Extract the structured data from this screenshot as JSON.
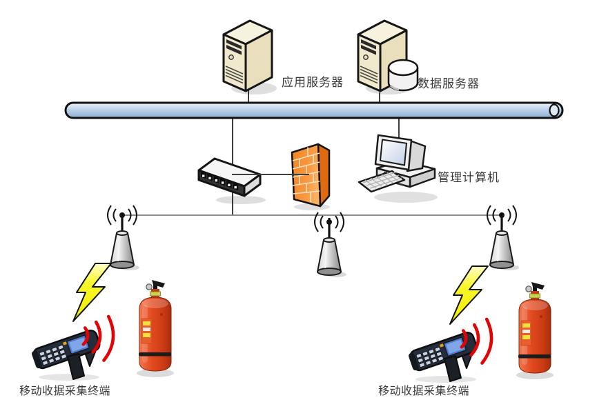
{
  "diagram": {
    "type": "network-topology",
    "labels": {
      "app_server": "应用服务器",
      "data_server": "数据服务器",
      "management_computer": "管理计算机",
      "mobile_terminal_left": "移动收据采集终端",
      "mobile_terminal_right": "移动收据采集终端"
    },
    "nodes": [
      {
        "id": "app-server",
        "icon": "server-tower-icon",
        "label": "应用服务器"
      },
      {
        "id": "data-server",
        "icon": "server-tower-icon + database-cylinder-icon",
        "label": "数据服务器"
      },
      {
        "id": "network-bus",
        "icon": "bus-pipe-icon"
      },
      {
        "id": "switch",
        "icon": "network-switch-icon"
      },
      {
        "id": "firewall",
        "icon": "firewall-brick-icon"
      },
      {
        "id": "management-computer",
        "icon": "desktop-computer-icon",
        "label": "管理计算机"
      },
      {
        "id": "antenna-left",
        "icon": "wireless-antenna-icon"
      },
      {
        "id": "antenna-middle",
        "icon": "wireless-antenna-icon"
      },
      {
        "id": "antenna-right",
        "icon": "wireless-antenna-icon"
      },
      {
        "id": "mobile-terminal-left",
        "icon": "handheld-reader-icon",
        "label": "移动收据采集终端"
      },
      {
        "id": "mobile-terminal-right",
        "icon": "handheld-reader-icon",
        "label": "移动收据采集终端"
      },
      {
        "id": "extinguisher-left",
        "icon": "fire-extinguisher-icon"
      },
      {
        "id": "extinguisher-right",
        "icon": "fire-extinguisher-icon"
      }
    ],
    "connections": [
      "app-server — network-bus",
      "data-server — network-bus",
      "network-bus — switch",
      "network-bus — management-computer",
      "switch — firewall",
      "switch — antenna-line (antenna-left, antenna-middle, antenna-right)",
      "antenna-left ~ lightning ~ mobile-terminal-left",
      "antenna-right ~ lightning ~ mobile-terminal-right",
      "mobile-terminal-left ~ rf-signal ~ extinguisher-left",
      "mobile-terminal-right ~ rf-signal ~ extinguisher-right"
    ],
    "colors": {
      "bus_blue": "#b7cfe8",
      "server_beige": "#f1e9cd",
      "firewall_orange": "#f58220",
      "lightning_yellow": "#f6f200",
      "signal_red": "#e20404",
      "extinguisher_red": "#dd3f1d",
      "line_dark": "#3f3f3f",
      "line_gray": "#8a8a8a"
    }
  }
}
